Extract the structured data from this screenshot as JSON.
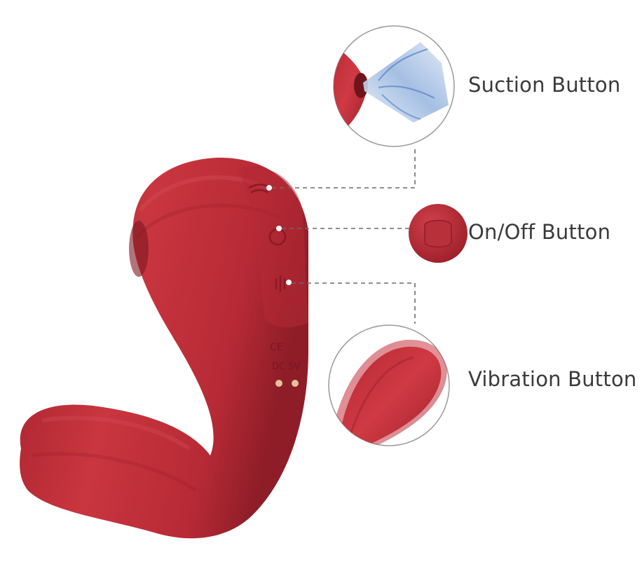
{
  "callouts": {
    "suction": "Suction Button",
    "onoff": "On/Off Button",
    "vibration": "Vibration Button"
  },
  "device_markings": {
    "ce": "CE",
    "power": "DC 5V"
  },
  "icons": {
    "suction": "suction-icon",
    "power": "power-icon",
    "vibration": "vibration-icon"
  },
  "colors": {
    "device_red": "#c0313c",
    "device_dark": "#8e1d28",
    "leader_line": "#6a6a6a",
    "text": "#3a3a3a"
  }
}
